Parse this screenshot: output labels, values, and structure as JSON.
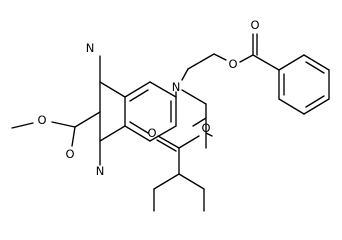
{
  "molecule": {
    "atom_labels": {
      "n_top": "N",
      "n_bottom": "N",
      "n_amine": "N",
      "o_carbonyl": "O",
      "o_methoxy": "O",
      "o_ester_upper": "O",
      "o_keto_upper": "O",
      "o_ester_lower": "O",
      "o_keto_lower": "O"
    },
    "atom_color": "#000000",
    "bond_color": "#000000",
    "background": "#ffffff"
  }
}
